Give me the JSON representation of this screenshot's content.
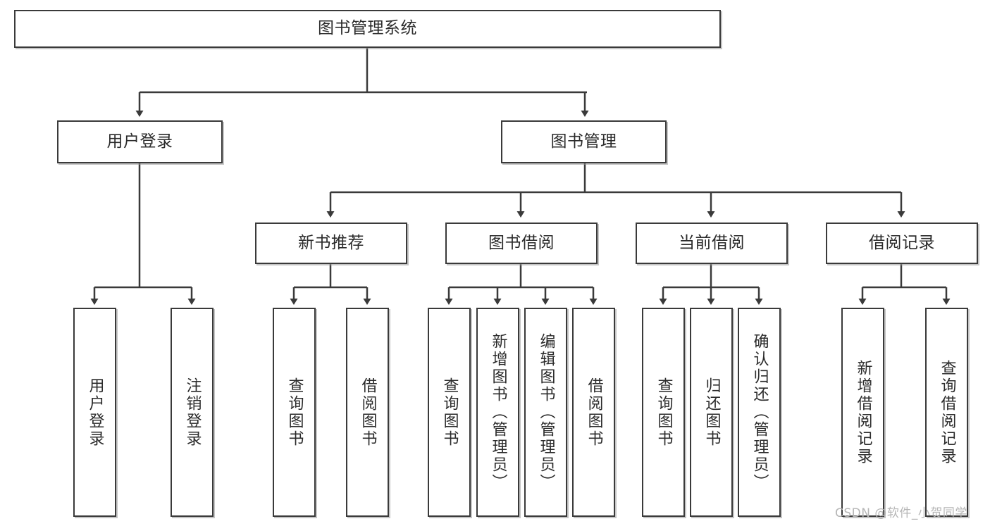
{
  "diagram": {
    "title": "图书管理系统",
    "type": "tree-hierarchy-chart",
    "stroke_color": "#3a3a3a",
    "text_color": "#2b2b2b",
    "background_color": "#ffffff",
    "watermark": "CSDN @软件_小贺同学"
  },
  "nodes": {
    "root": {
      "label": "图书管理系统"
    },
    "level2": [
      {
        "id": "user-login",
        "label": "用户登录"
      },
      {
        "id": "book-management",
        "label": "图书管理"
      }
    ],
    "level3": [
      {
        "id": "new-book-recommend",
        "label": "新书推荐"
      },
      {
        "id": "book-borrow",
        "label": "图书借阅"
      },
      {
        "id": "current-borrow",
        "label": "当前借阅"
      },
      {
        "id": "borrow-record",
        "label": "借阅记录"
      }
    ],
    "leaves": {
      "user_login": [
        {
          "id": "leaf-user-login",
          "label": "用户登录"
        },
        {
          "id": "leaf-logout-login",
          "label": "注销登录"
        }
      ],
      "new_book_recommend": [
        {
          "id": "leaf-query-book-1",
          "label": "查询图书"
        },
        {
          "id": "leaf-borrow-book-1",
          "label": "借阅图书"
        }
      ],
      "book_borrow": [
        {
          "id": "leaf-query-book-2",
          "label": "查询图书"
        },
        {
          "id": "leaf-add-book",
          "label": "新增图书（管理员）"
        },
        {
          "id": "leaf-edit-book",
          "label": "编辑图书（管理员）"
        },
        {
          "id": "leaf-borrow-book-2",
          "label": "借阅图书"
        }
      ],
      "current_borrow": [
        {
          "id": "leaf-query-book-3",
          "label": "查询图书"
        },
        {
          "id": "leaf-return-book",
          "label": "归还图书"
        },
        {
          "id": "leaf-confirm-return",
          "label": "确认归还（管理员）"
        }
      ],
      "borrow_record": [
        {
          "id": "leaf-add-record",
          "label": "新增借阅记录"
        },
        {
          "id": "leaf-query-record",
          "label": "查询借阅记录"
        }
      ]
    }
  }
}
